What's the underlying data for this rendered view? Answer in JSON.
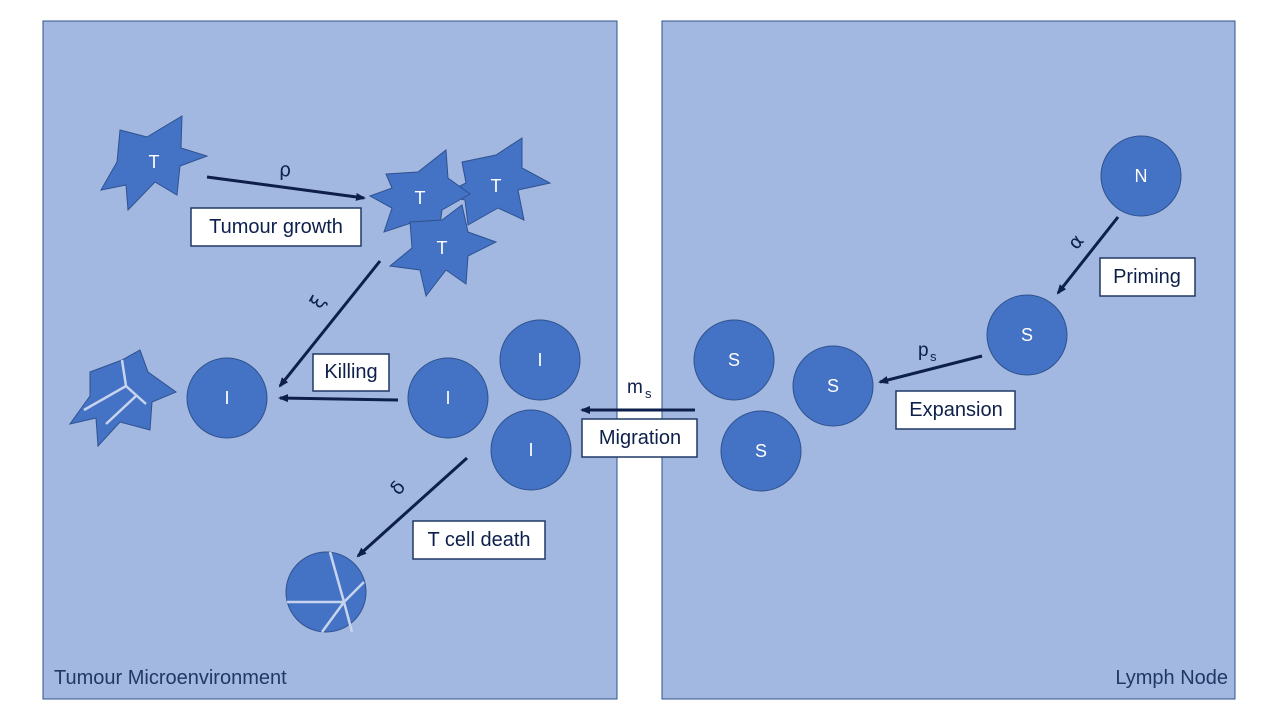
{
  "panels": {
    "left_label": "Tumour Microenvironment",
    "right_label": "Lymph Node"
  },
  "cells": {
    "tumour": "T",
    "immune": "I",
    "stimulated": "S",
    "naive": "N"
  },
  "processes": {
    "tumour_growth": "Tumour growth",
    "killing": "Killing",
    "migration": "Migration",
    "t_cell_death": "T cell death",
    "expansion": "Expansion",
    "priming": "Priming"
  },
  "symbols": {
    "rho": "ρ",
    "xi": "ξ",
    "delta": "δ",
    "alpha": "α",
    "m_base": "m",
    "m_sub": "s",
    "p_base": "p",
    "p_sub": "s"
  },
  "colors": {
    "panel_fill": "#a2b8e0",
    "panel_stroke": "#2f528f",
    "cell_fill": "#4472c4",
    "cell_stroke": "#2f528f",
    "arrow": "#0d1f4a",
    "box_fill": "#ffffff"
  }
}
